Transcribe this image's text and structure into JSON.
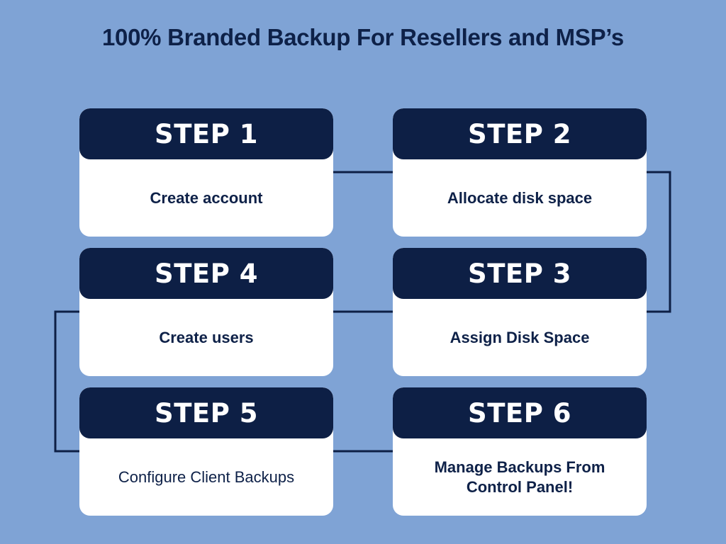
{
  "title": "100% Branded Backup For Resellers and MSP’s",
  "colors": {
    "background": "#7fa3d5",
    "header": "#0d1f45",
    "card": "#ffffff",
    "text": "#0e2148"
  },
  "steps": [
    {
      "label": "STEP 1",
      "text": "Create account"
    },
    {
      "label": "STEP 2",
      "text": "Allocate disk space"
    },
    {
      "label": "STEP 3",
      "text": "Assign Disk Space"
    },
    {
      "label": "STEP 4",
      "text": "Create users"
    },
    {
      "label": "STEP 5",
      "text": "Configure Client Backups"
    },
    {
      "label": "STEP 6",
      "text": "Manage Backups From Control Panel!"
    }
  ]
}
